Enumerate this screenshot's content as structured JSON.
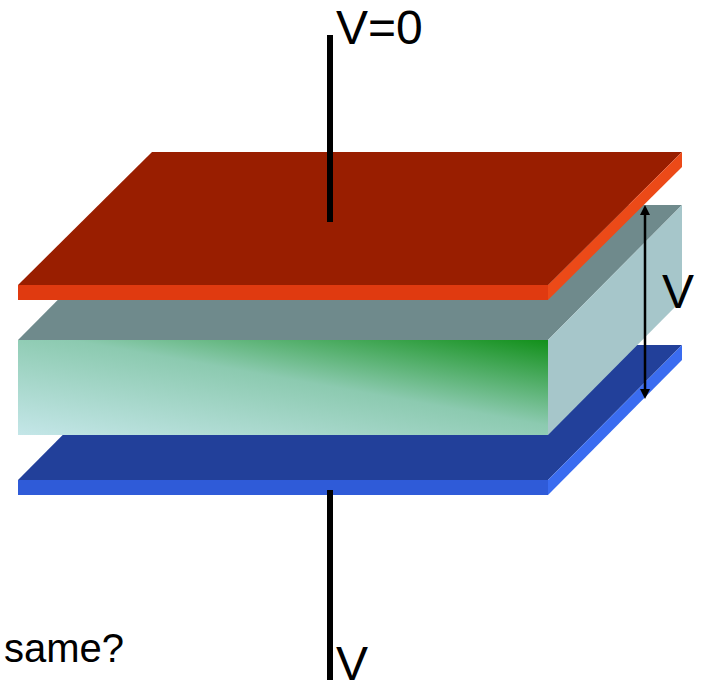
{
  "diagram": {
    "labels": [
      "V=0",
      "V",
      "V",
      "same?"
    ]
  }
}
